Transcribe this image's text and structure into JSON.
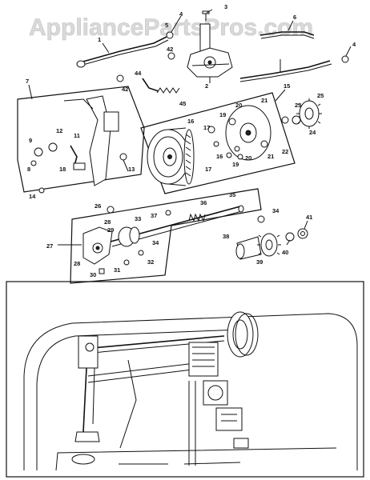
{
  "watermark": "AppliancePartsPros.com",
  "callouts": [
    {
      "id": "c1",
      "label": "1"
    },
    {
      "id": "c2",
      "label": "2"
    },
    {
      "id": "c3",
      "label": "3"
    },
    {
      "id": "c4a",
      "label": "4"
    },
    {
      "id": "c4b",
      "label": "4"
    },
    {
      "id": "c5",
      "label": "5"
    },
    {
      "id": "c6",
      "label": "6"
    },
    {
      "id": "c7",
      "label": "7"
    },
    {
      "id": "c8",
      "label": "8"
    },
    {
      "id": "c9",
      "label": "9"
    },
    {
      "id": "c11",
      "label": "11"
    },
    {
      "id": "c12",
      "label": "12"
    },
    {
      "id": "c13",
      "label": "13"
    },
    {
      "id": "c14",
      "label": "14"
    },
    {
      "id": "c15",
      "label": "15"
    },
    {
      "id": "c16a",
      "label": "16"
    },
    {
      "id": "c16b",
      "label": "16"
    },
    {
      "id": "c17a",
      "label": "17"
    },
    {
      "id": "c17b",
      "label": "17"
    },
    {
      "id": "c18",
      "label": "18"
    },
    {
      "id": "c19a",
      "label": "19"
    },
    {
      "id": "c19b",
      "label": "19"
    },
    {
      "id": "c20a",
      "label": "20"
    },
    {
      "id": "c20b",
      "label": "20"
    },
    {
      "id": "c21a",
      "label": "21"
    },
    {
      "id": "c21b",
      "label": "21"
    },
    {
      "id": "c22",
      "label": "22"
    },
    {
      "id": "c23",
      "label": "23"
    },
    {
      "id": "c24",
      "label": "24"
    },
    {
      "id": "c25",
      "label": "25"
    },
    {
      "id": "c26",
      "label": "26"
    },
    {
      "id": "c27",
      "label": "27"
    },
    {
      "id": "c28a",
      "label": "28"
    },
    {
      "id": "c28b",
      "label": "28"
    },
    {
      "id": "c29",
      "label": "29"
    },
    {
      "id": "c30",
      "label": "30"
    },
    {
      "id": "c31",
      "label": "31"
    },
    {
      "id": "c32",
      "label": "32"
    },
    {
      "id": "c33",
      "label": "33"
    },
    {
      "id": "c34a",
      "label": "34"
    },
    {
      "id": "c34b",
      "label": "34"
    },
    {
      "id": "c35",
      "label": "35"
    },
    {
      "id": "c36",
      "label": "36"
    },
    {
      "id": "c37",
      "label": "37"
    },
    {
      "id": "c38",
      "label": "38"
    },
    {
      "id": "c39",
      "label": "39"
    },
    {
      "id": "c40",
      "label": "40"
    },
    {
      "id": "c41",
      "label": "41"
    },
    {
      "id": "c42a",
      "label": "42"
    },
    {
      "id": "c42b",
      "label": "42"
    },
    {
      "id": "c44",
      "label": "44"
    },
    {
      "id": "c45",
      "label": "45"
    }
  ]
}
